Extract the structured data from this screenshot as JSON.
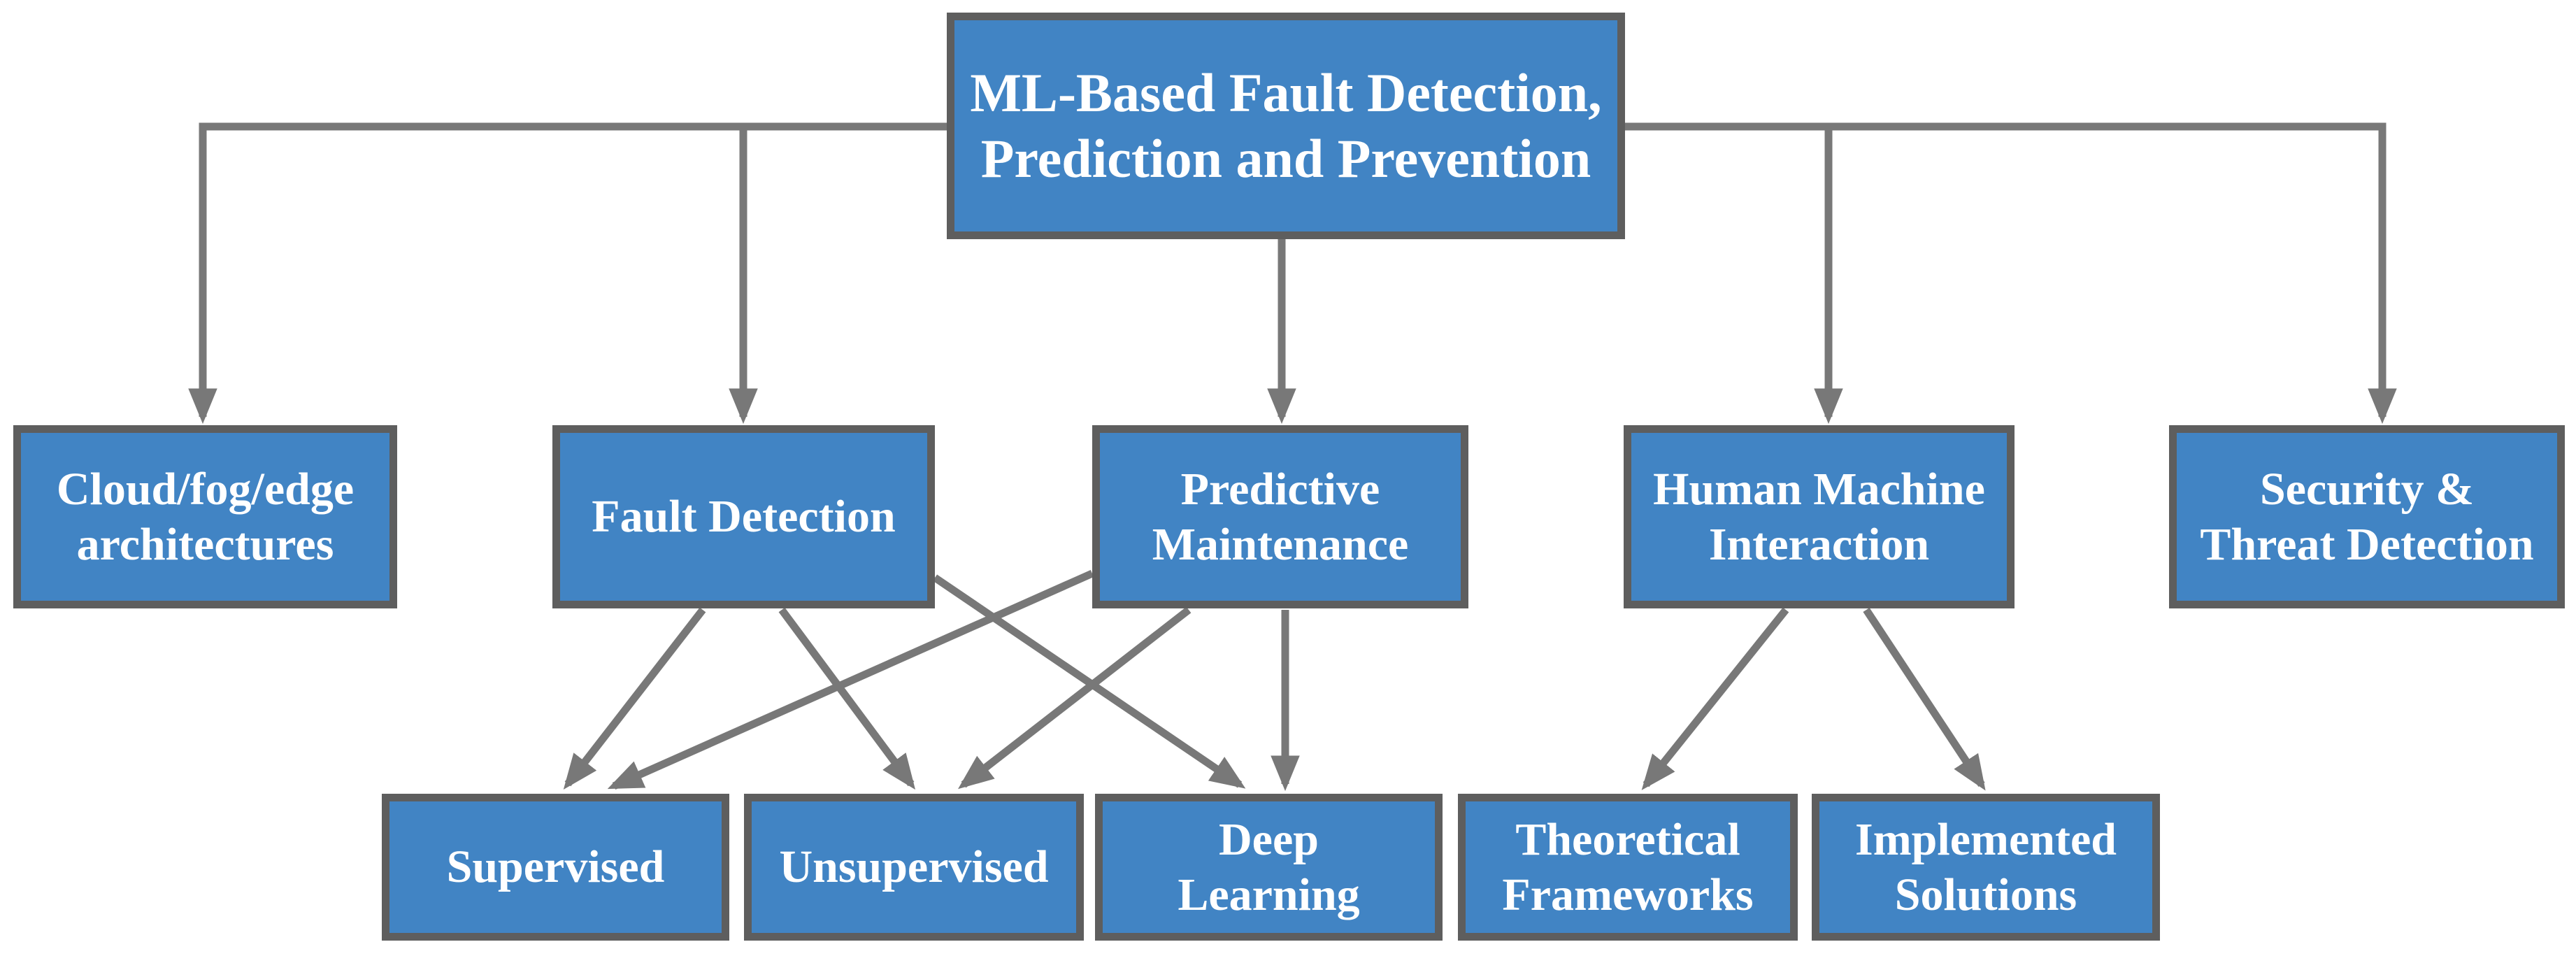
{
  "diagram_title": "ML-Based Fault Detection taxonomy diagram",
  "colors": {
    "node_fill": "#4184C4",
    "node_border": "#5E5E5E",
    "connector": "#787878",
    "text": "#FFFFFF",
    "background": "#FFFFFF"
  },
  "nodes": {
    "root": {
      "id": "root",
      "label": "ML-Based Fault Detection, Prediction and Prevention",
      "label_lines": [
        "ML-Based Fault Detection,",
        "Prediction and Prevention"
      ]
    },
    "level2": [
      {
        "id": "cloud",
        "label": "Cloud/fog/edge architectures",
        "label_lines": [
          "Cloud/fog/edge",
          "architectures"
        ]
      },
      {
        "id": "fault",
        "label": "Fault Detection",
        "label_lines": [
          "Fault Detection"
        ]
      },
      {
        "id": "predictive",
        "label": "Predictive Maintenance",
        "label_lines": [
          "Predictive",
          "Maintenance"
        ]
      },
      {
        "id": "hmi",
        "label": "Human Machine Interaction",
        "label_lines": [
          "Human Machine",
          "Interaction"
        ]
      },
      {
        "id": "security",
        "label": "Security & Threat Detection",
        "label_lines": [
          "Security &",
          "Threat Detection"
        ]
      }
    ],
    "level3": [
      {
        "id": "supervised",
        "label": "Supervised",
        "label_lines": [
          "Supervised"
        ]
      },
      {
        "id": "unsupervised",
        "label": "Unsupervised",
        "label_lines": [
          "Unsupervised"
        ]
      },
      {
        "id": "deep",
        "label": "Deep Learning",
        "label_lines": [
          "Deep",
          "Learning"
        ]
      },
      {
        "id": "theoretical",
        "label": "Theoretical Frameworks",
        "label_lines": [
          "Theoretical",
          "Frameworks"
        ]
      },
      {
        "id": "implemented",
        "label": "Implemented Solutions",
        "label_lines": [
          "Implemented",
          "Solutions"
        ]
      }
    ]
  },
  "edges": [
    {
      "from": "root",
      "to": "cloud"
    },
    {
      "from": "root",
      "to": "fault"
    },
    {
      "from": "root",
      "to": "predictive"
    },
    {
      "from": "root",
      "to": "hmi"
    },
    {
      "from": "root",
      "to": "security"
    },
    {
      "from": "fault",
      "to": "supervised"
    },
    {
      "from": "fault",
      "to": "unsupervised"
    },
    {
      "from": "fault",
      "to": "deep"
    },
    {
      "from": "predictive",
      "to": "supervised"
    },
    {
      "from": "predictive",
      "to": "unsupervised"
    },
    {
      "from": "predictive",
      "to": "deep"
    },
    {
      "from": "hmi",
      "to": "theoretical"
    },
    {
      "from": "hmi",
      "to": "implemented"
    }
  ]
}
